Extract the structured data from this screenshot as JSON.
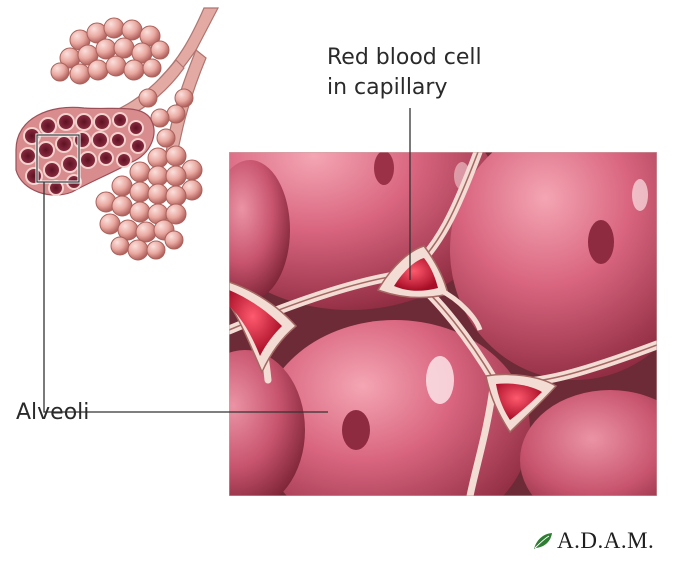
{
  "labels": {
    "red_blood_cell_line1": "Red blood cell",
    "red_blood_cell_line2": "in capillary",
    "alveoli": "Alveoli"
  },
  "brand": {
    "name": "A.D.A.M.",
    "leaf_color": "#2e7d32"
  },
  "colors": {
    "background": "#ffffff",
    "alveolus_pink": "#d9657f",
    "alveolus_dark": "#7d2436",
    "capillary_wall": "#f3dcd3",
    "blood_red": "#c8102e",
    "cluster_pink": "#e9a9a1",
    "leader_line": "#333333"
  }
}
